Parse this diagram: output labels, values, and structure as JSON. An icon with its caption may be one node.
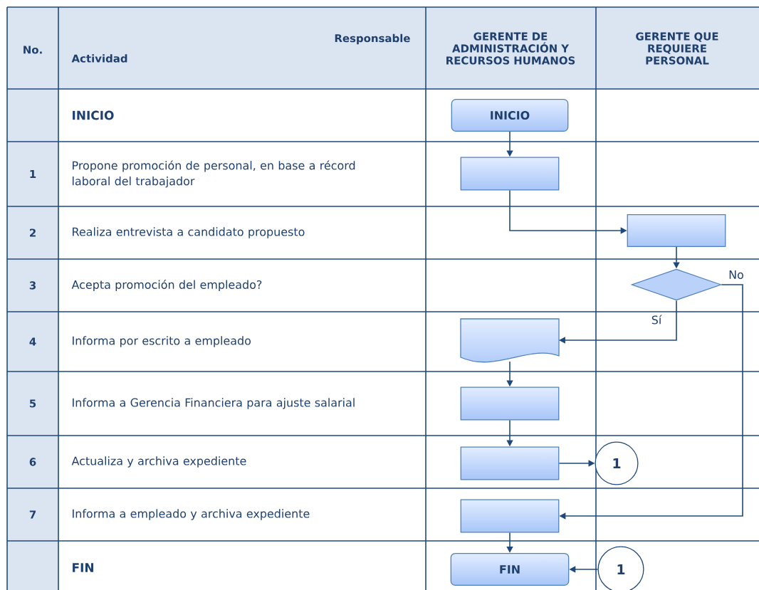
{
  "diagram": {
    "nodes": [
      {
        "text": [
          "INICIO"
        ]
      },
      {
        "text": [],
        "shape": "box"
      },
      {
        "text": [],
        "shape": "box"
      },
      {
        "text": [],
        "shape": "diamond"
      },
      {
        "text": [],
        "shape": "document"
      },
      {
        "text": [],
        "shape": "box"
      },
      {
        "text": [],
        "shape": "box"
      },
      {
        "text": [
          "1"
        ]
      },
      {
        "text": [],
        "shape": "box"
      },
      {
        "text": [
          "FIN"
        ]
      },
      {
        "text": [
          "1"
        ]
      }
    ],
    "edges": [
      {
        "from": 0,
        "to": 1,
        "arrow": "to"
      },
      {
        "from": 1,
        "to": 2,
        "arrow": "to"
      },
      {
        "from": 2,
        "to": 3,
        "arrow": "to"
      },
      {
        "from": 3,
        "to": 4,
        "arrow": "to",
        "label": "Sí"
      },
      {
        "from": 3,
        "to": 8,
        "arrow": "to",
        "label": "No"
      },
      {
        "from": 4,
        "to": 5,
        "arrow": "to"
      },
      {
        "from": 5,
        "to": 6,
        "arrow": "to"
      },
      {
        "from": 6,
        "to": 7,
        "arrow": "to"
      },
      {
        "from": 8,
        "to": 9,
        "arrow": "to"
      },
      {
        "from": 10,
        "to": 9,
        "arrow": "to"
      }
    ],
    "labels": [
      "No.",
      "Responsable",
      "Actividad",
      "GERENTE DE ADMINISTRACIÓN Y RECURSOS HUMANOS",
      "GERENTE QUE REQUIERE PERSONAL",
      "INICIO",
      "1",
      "Propone promoción de personal, en base a récord laboral del trabajador",
      "2",
      "Realiza entrevista a candidato propuesto",
      "3",
      "Acepta promoción del empleado?",
      "4",
      "Informa por escrito a empleado",
      "5",
      "Informa a Gerencia Financiera para ajuste salarial",
      "6",
      "Actualiza y archiva expediente",
      "7",
      "Informa a empleado y archiva expediente",
      "FIN"
    ]
  }
}
